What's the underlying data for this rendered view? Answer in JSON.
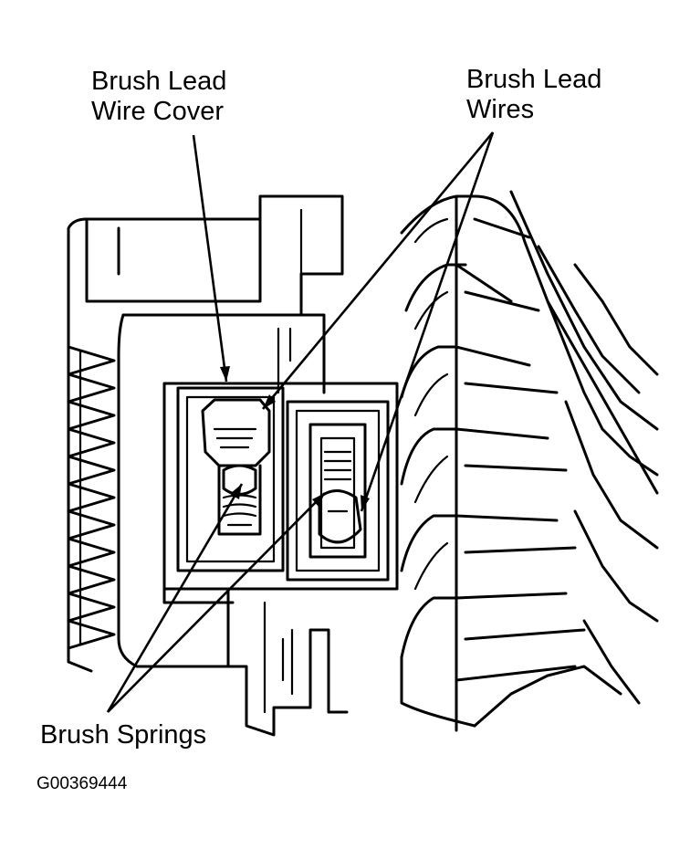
{
  "labels": {
    "brush_lead_wire_cover": [
      "Brush Lead",
      "Wire Cover"
    ],
    "brush_lead_wires": [
      "Brush Lead",
      "Wires"
    ],
    "brush_springs": "Brush Springs"
  },
  "figure_id": "G00369444",
  "colors": {
    "ink": "#000000",
    "paper": "#ffffff"
  }
}
